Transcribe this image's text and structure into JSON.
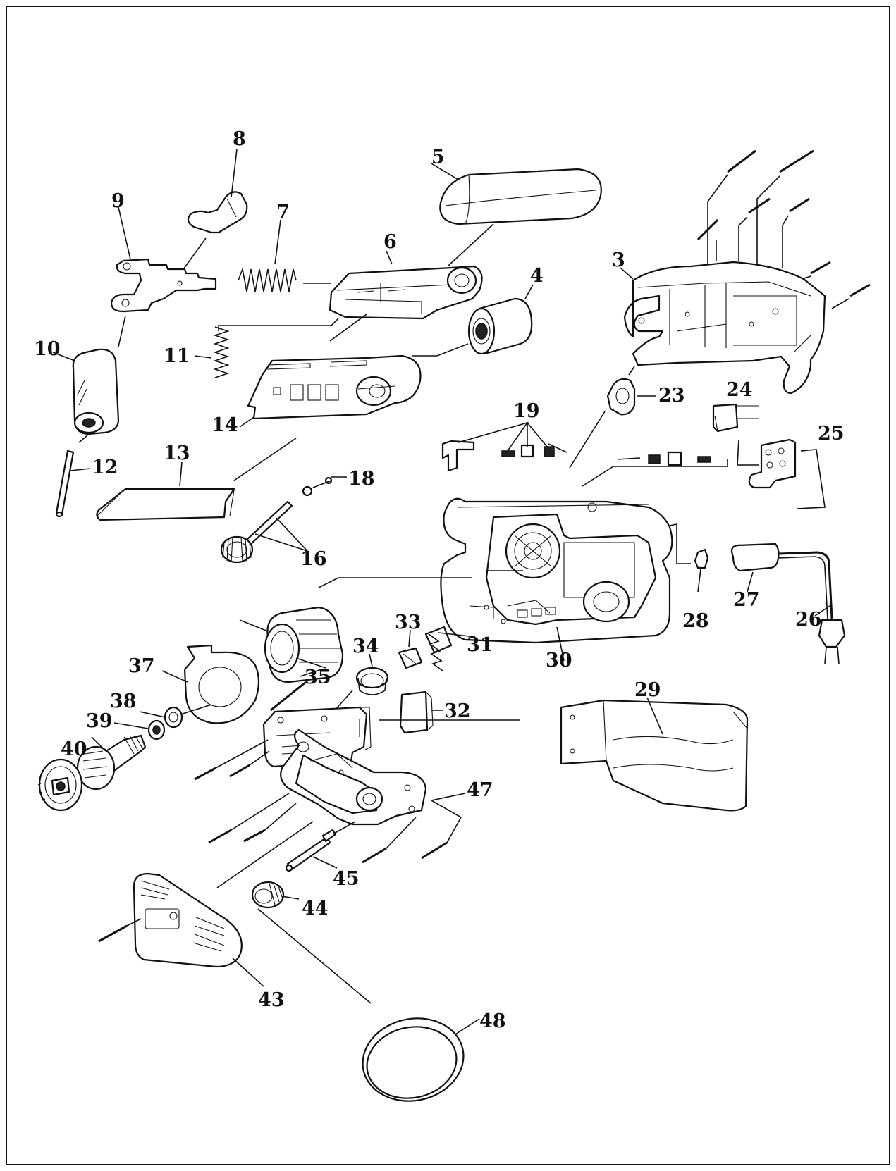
{
  "labels": [
    {
      "id": "3",
      "text": "3"
    },
    {
      "id": "4",
      "text": "4"
    },
    {
      "id": "5",
      "text": "5"
    },
    {
      "id": "6",
      "text": "6"
    },
    {
      "id": "7",
      "text": "7"
    },
    {
      "id": "8",
      "text": "8"
    },
    {
      "id": "9",
      "text": "9"
    },
    {
      "id": "10",
      "text": "10"
    },
    {
      "id": "11",
      "text": "11"
    },
    {
      "id": "12",
      "text": "12"
    },
    {
      "id": "13",
      "text": "13"
    },
    {
      "id": "14",
      "text": "14"
    },
    {
      "id": "16",
      "text": "16"
    },
    {
      "id": "18",
      "text": "18"
    },
    {
      "id": "19",
      "text": "19"
    },
    {
      "id": "23",
      "text": "23"
    },
    {
      "id": "24",
      "text": "24"
    },
    {
      "id": "25",
      "text": "25"
    },
    {
      "id": "26",
      "text": "26"
    },
    {
      "id": "27",
      "text": "27"
    },
    {
      "id": "28",
      "text": "28"
    },
    {
      "id": "29",
      "text": "29"
    },
    {
      "id": "30",
      "text": "30"
    },
    {
      "id": "31",
      "text": "31"
    },
    {
      "id": "32",
      "text": "32"
    },
    {
      "id": "33",
      "text": "33"
    },
    {
      "id": "34",
      "text": "34"
    },
    {
      "id": "35",
      "text": "35"
    },
    {
      "id": "37",
      "text": "37"
    },
    {
      "id": "38",
      "text": "38"
    },
    {
      "id": "39",
      "text": "39"
    },
    {
      "id": "40",
      "text": "40"
    },
    {
      "id": "43",
      "text": "43"
    },
    {
      "id": "44",
      "text": "44"
    },
    {
      "id": "45",
      "text": "45"
    },
    {
      "id": "47",
      "text": "47"
    },
    {
      "id": "48",
      "text": "48"
    }
  ]
}
